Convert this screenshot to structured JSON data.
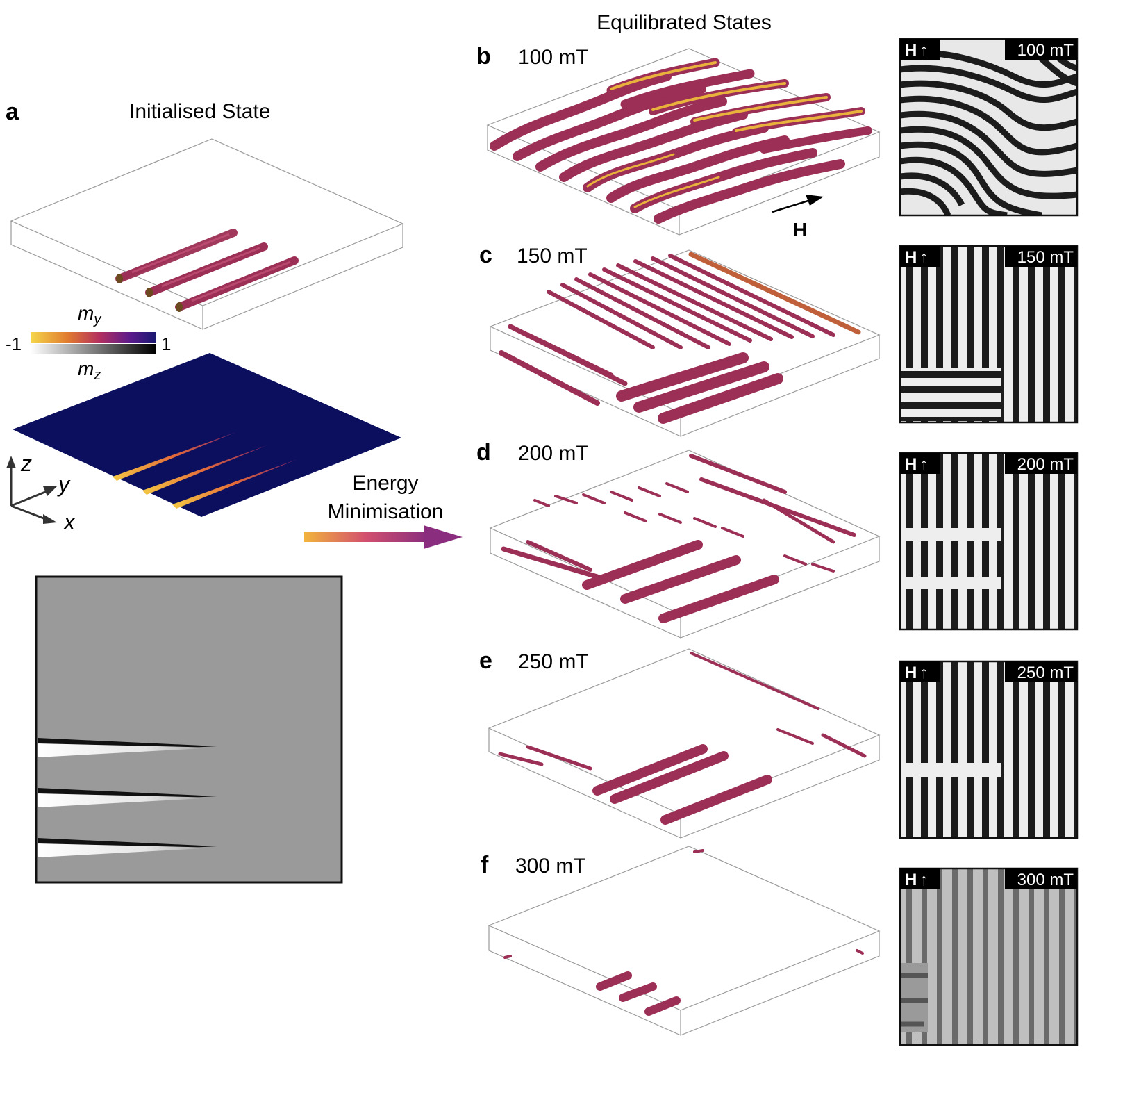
{
  "panel_a": {
    "letter": "a",
    "title": "Initialised State",
    "colorbar": {
      "top_label": "m",
      "top_sub": "y",
      "bottom_label": "m",
      "bottom_sub": "z",
      "min": "-1",
      "max": "1"
    },
    "axes": {
      "z": "z",
      "y": "y",
      "x": "x"
    }
  },
  "arrow": {
    "line1": "Energy",
    "line2": "Minimisation"
  },
  "equilibrated_title": "Equilibrated States",
  "field_label": "H",
  "inset_field_label": "H",
  "inset_arrow_glyph": "↑",
  "panels": [
    {
      "letter": "b",
      "field": "100 mT"
    },
    {
      "letter": "c",
      "field": "150 mT"
    },
    {
      "letter": "d",
      "field": "200 mT"
    },
    {
      "letter": "e",
      "field": "250 mT"
    },
    {
      "letter": "f",
      "field": "300 mT"
    }
  ],
  "colors": {
    "tube": "#9c2f55",
    "tube_light": "#c44d72",
    "tube_end": "#e8a93a",
    "cmap_dark": "#0b0f5e",
    "frame": "#999999"
  }
}
